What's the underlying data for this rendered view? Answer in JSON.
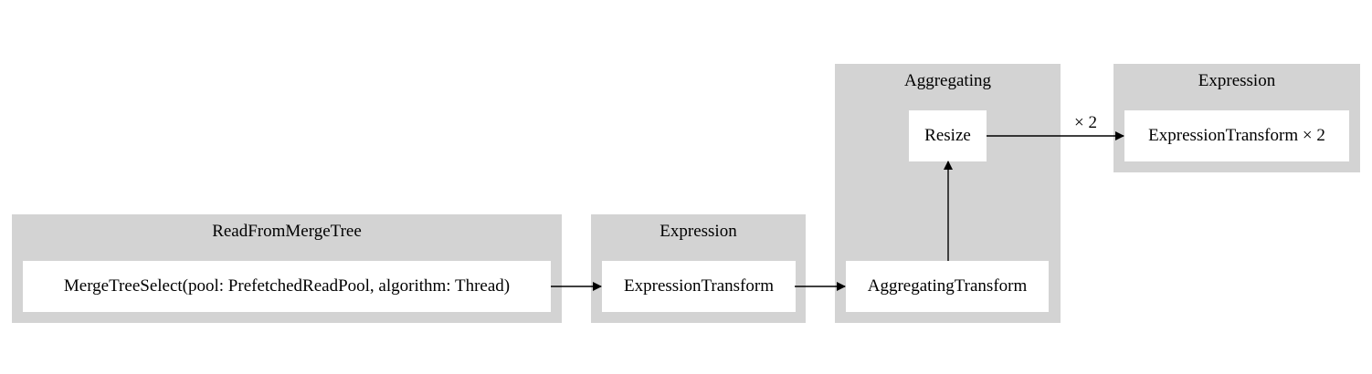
{
  "clusters": {
    "read": {
      "title": "ReadFromMergeTree",
      "node": "MergeTreeSelect(pool: PrefetchedReadPool, algorithm: Thread)"
    },
    "expression1": {
      "title": "Expression",
      "node": "ExpressionTransform"
    },
    "aggregating": {
      "title": "Aggregating",
      "resize": "Resize",
      "transform": "AggregatingTransform"
    },
    "expression2": {
      "title": "Expression",
      "node": "ExpressionTransform × 2"
    }
  },
  "edges": {
    "resize_to_expression_label": "× 2"
  },
  "colors": {
    "cluster_fill": "#d3d3d3",
    "node_fill": "#ffffff",
    "edge": "#000000"
  }
}
